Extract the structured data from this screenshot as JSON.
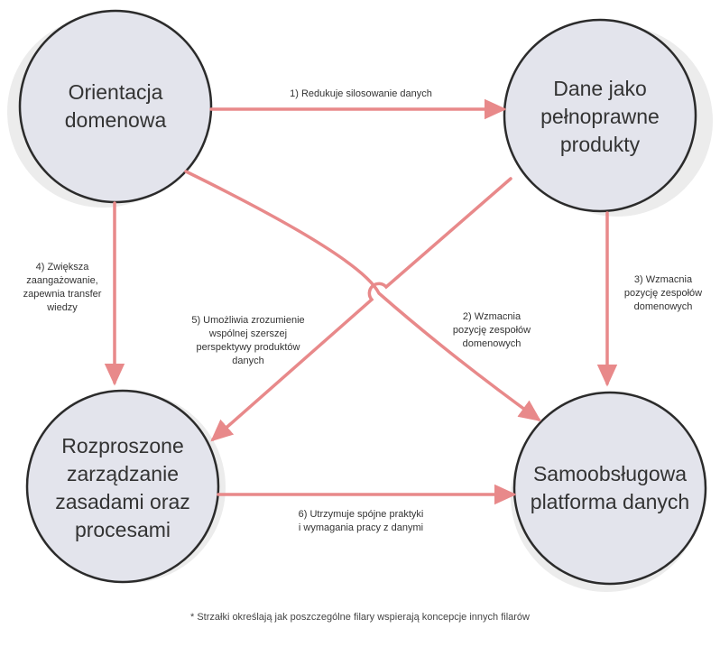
{
  "colors": {
    "node_fill": "#e3e4ec",
    "node_stroke": "#2b2b2b",
    "arrow": "#e8898a",
    "shadow": "#e9e9e9"
  },
  "nodes": {
    "domain_orientation": "Orientacja\ndomenowa",
    "data_as_product": "Dane jako\npełnoprawne\nprodukty",
    "federated_governance": "Rozproszone\nzarządzanie\nzasadami oraz\nprocesami",
    "self_serve_platform": "Samoobsługowa\nplatforma danych"
  },
  "edges": {
    "e1": "1) Redukuje silosowanie danych",
    "e2": "2) Wzmacnia\npozycję zespołów\ndomenowych",
    "e3": "3) Wzmacnia\npozycję zespołów\ndomenowych",
    "e4": "4) Zwiększa\nzaangażowanie,\nzapewnia transfer\nwiedzy",
    "e5": "5) Umożliwia zrozumienie\nwspólnej szerszej\nperspektywy produktów\ndanych",
    "e6": "6) Utrzymuje spójne praktyki\ni wymagania pracy z danymi"
  },
  "footnote": "* Strzałki określają jak poszczególne filary wspierają koncepcje innych filarów"
}
